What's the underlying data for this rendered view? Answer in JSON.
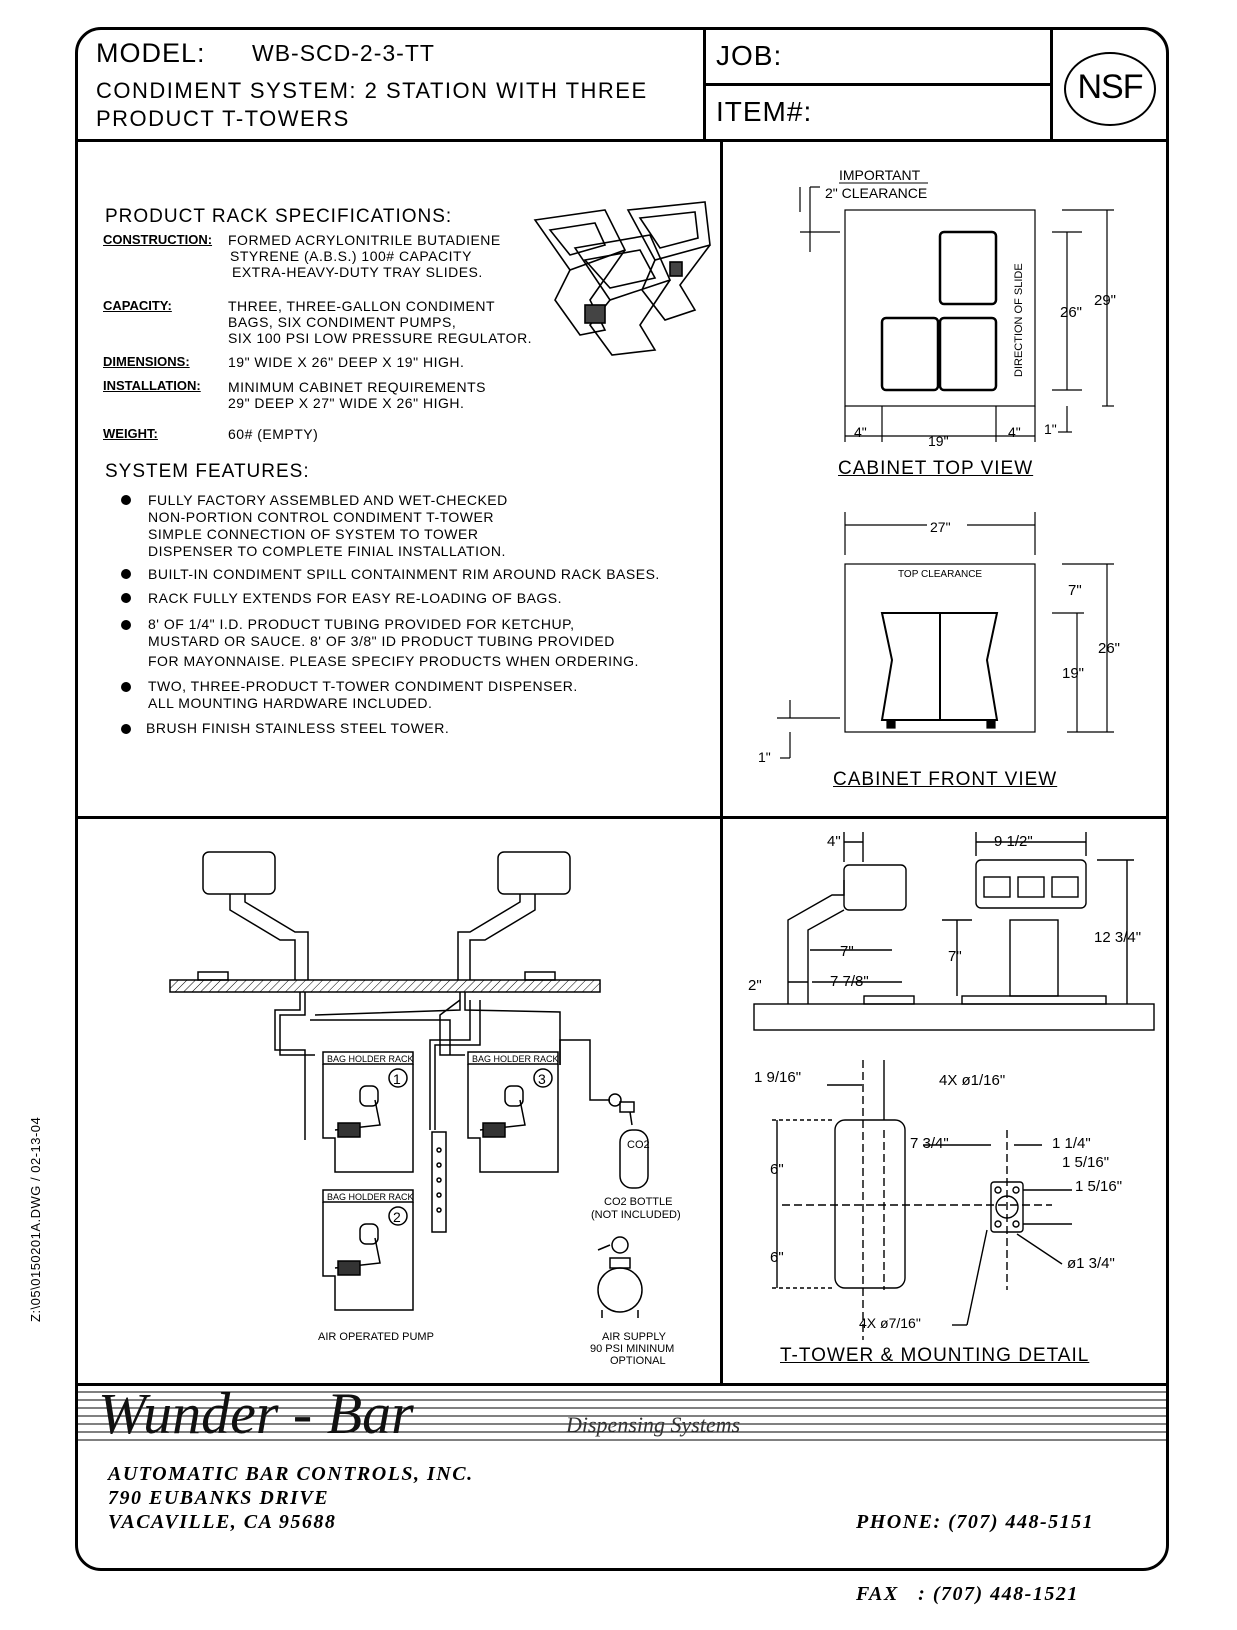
{
  "header": {
    "model_label": "MODEL:",
    "model_value": "WB-SCD-2-3-TT",
    "title_line1": "CONDIMENT SYSTEM: 2 STATION WITH THREE",
    "title_line2": "PRODUCT T-TOWERS",
    "job_label": "JOB:",
    "item_label": "ITEM#:",
    "nsf_logo": "NSF"
  },
  "specs": {
    "heading": "PRODUCT RACK SPECIFICATIONS:",
    "rows": [
      {
        "label": "CONSTRUCTION:",
        "lines": [
          "FORMED ACRYLONITRILE BUTADIENE",
          "STYRENE (A.B.S.) 100# CAPACITY",
          "EXTRA-HEAVY-DUTY TRAY SLIDES."
        ]
      },
      {
        "label": "CAPACITY:",
        "lines": [
          "THREE, THREE-GALLON CONDIMENT",
          "BAGS, SIX CONDIMENT PUMPS,",
          "SIX 100 PSI LOW PRESSURE REGULATOR."
        ]
      },
      {
        "label": "DIMENSIONS:",
        "lines": [
          "19\" WIDE X 26\" DEEP X 19\" HIGH."
        ]
      },
      {
        "label": "INSTALLATION:",
        "lines": [
          "MINIMUM CABINET REQUIREMENTS",
          "29\" DEEP X 27\" WIDE X 26\" HIGH."
        ]
      },
      {
        "label": "WEIGHT:",
        "lines": [
          "60# (EMPTY)"
        ]
      }
    ]
  },
  "features": {
    "heading": "SYSTEM FEATURES:",
    "items": [
      [
        "FULLY FACTORY ASSEMBLED AND WET-CHECKED",
        "NON-PORTION CONTROL CONDIMENT T-TOWER",
        "SIMPLE CONNECTION OF SYSTEM TO TOWER",
        "DISPENSER TO COMPLETE FINIAL INSTALLATION."
      ],
      [
        "BUILT-IN CONDIMENT SPILL CONTAINMENT RIM AROUND RACK BASES."
      ],
      [
        "RACK FULLY EXTENDS FOR EASY RE-LOADING OF BAGS."
      ],
      [
        "8' OF 1/4\" I.D. PRODUCT TUBING PROVIDED FOR KETCHUP,",
        "MUSTARD OR SAUCE. 8' OF 3/8\" ID PRODUCT TUBING PROVIDED",
        "FOR MAYONNAISE. PLEASE SPECIFY PRODUCTS WHEN ORDERING."
      ],
      [
        "TWO, THREE-PRODUCT T-TOWER CONDIMENT DISPENSER.",
        "ALL MOUNTING HARDWARE INCLUDED."
      ],
      [
        "BRUSH FINISH STAINLESS STEEL TOWER."
      ]
    ]
  },
  "top_view": {
    "important": "IMPORTANT",
    "clearance": "2\" CLEARANCE",
    "direction": "DIRECTION OF SLIDE",
    "d26": "26\"",
    "d29": "29\"",
    "d4a": "4\"",
    "d19": "19\"",
    "d4b": "4\"",
    "d1": "1\"",
    "caption": "CABINET TOP VIEW"
  },
  "front_view": {
    "d27": "27\"",
    "top_clearance": "TOP CLEARANCE",
    "d7": "7\"",
    "d26": "26\"",
    "d19": "19\"",
    "d1": "1\"",
    "caption": "CABINET FRONT VIEW"
  },
  "system": {
    "rack_label": "BAG HOLDER RACK",
    "n1": "1",
    "n2": "2",
    "n3": "3",
    "co2": "CO2",
    "co2_bottle_1": "CO2 BOTTLE",
    "co2_bottle_2": "(NOT INCLUDED)",
    "pump": "AIR OPERATED PUMP",
    "air1": "AIR SUPPLY",
    "air2": "90 PSI MININUM",
    "air3": "OPTIONAL"
  },
  "tower": {
    "d4": "4\"",
    "d9_5": "9 1/2\"",
    "d12_75": "12 3/4\"",
    "d7a": "7\"",
    "d7b": "7\"",
    "d2": "2\"",
    "d7_78": "7 7/8\"",
    "d1_9_16": "1 9/16\"",
    "holes_small": "4X ø1/16\"",
    "d7_75": "7 3/4\"",
    "d1_25": "1 1/4\"",
    "d1_5_16a": "1 5/16\"",
    "d1_5_16b": "1 5/16\"",
    "d6a": "6\"",
    "d6b": "6\"",
    "d1_75": "ø1 3/4\"",
    "holes_large": "4X ø7/16\"",
    "caption": "T-TOWER & MOUNTING DETAIL"
  },
  "footer": {
    "brand": "Wunder - Bar",
    "brand_sub": "Dispensing Systems",
    "company": "AUTOMATIC BAR CONTROLS, INC.",
    "street": "790 EUBANKS DRIVE",
    "city": "VACAVILLE, CA 95688",
    "phone": "PHONE: (707) 448-5151",
    "fax": "FAX   : (707) 448-1521"
  },
  "side_note": "Z:\\05\\0150201A.DWG / 02-13-04"
}
